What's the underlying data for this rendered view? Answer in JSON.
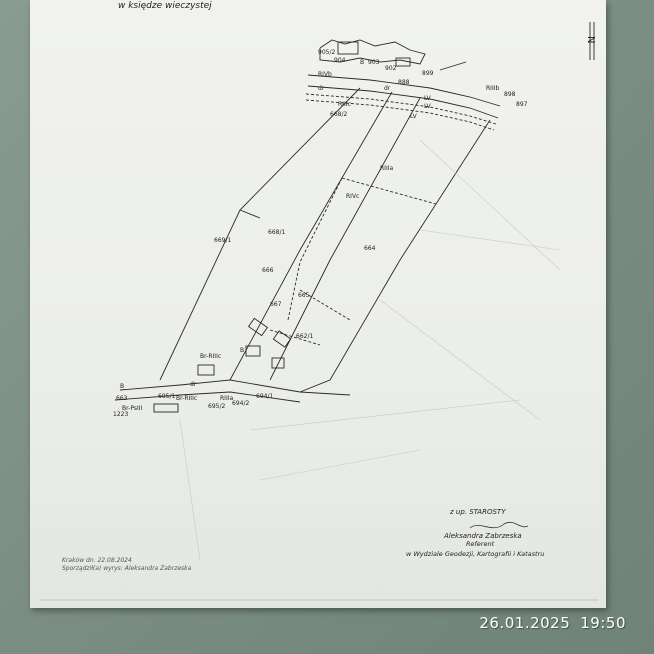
{
  "header_text": "w księdze wieczystej",
  "north_mark": "N",
  "parcels": {
    "p905_2": "905/2",
    "p904": "904",
    "p903": "903",
    "p902": "902",
    "p899": "899",
    "p898": "898",
    "p897": "897",
    "p888": "888",
    "p668_1": "668/1",
    "p669_1": "669/1",
    "p668_2": "668/2",
    "p666": "666",
    "p667": "667",
    "p665": "665",
    "p664": "664",
    "p662_1": "662/1",
    "p663": "663",
    "p1223": "1223",
    "p695_1": "695/1",
    "p695_2": "695/2",
    "p694_1": "694/1",
    "p694_2": "694/2"
  },
  "class_labels": {
    "rivb": "RIVb",
    "rivc": "RIVc",
    "riiic": "RIIIc",
    "riiia_top": "RIIIa",
    "riiib": "RIIIb",
    "lv1": "LV",
    "lv2": "LV",
    "lv3": "LV",
    "b1": "B",
    "b2": "B",
    "b3": "B",
    "br_riiic": "Br-RIIIc",
    "br_psiii": "Br-PsIII",
    "br_riiic2": "Br-RIIIc",
    "riiia_bottom": "RIIIa",
    "dr1": "dr",
    "dr2": "dr",
    "dr3": "dr"
  },
  "signature": {
    "line1": "z up. STAROSTY",
    "line2": "Aleksandra Zabrzeska",
    "line3": "Referent",
    "line4": "w Wydziale Geodezji, Kartografii i Katastru"
  },
  "footer": {
    "date": "Kraków dn. 22.08.2024",
    "author": "Sporządził(a) wyrys: Aleksandra Zabrzeska"
  },
  "stamp": {
    "date": "26.01.2025",
    "time": "19:50"
  }
}
